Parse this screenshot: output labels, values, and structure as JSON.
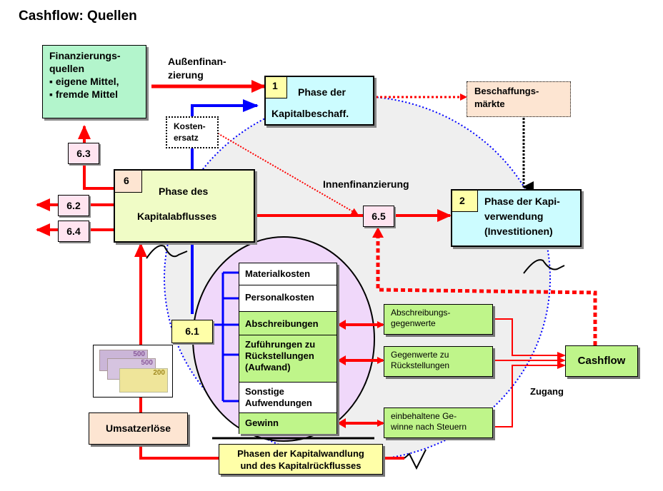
{
  "title": "Cashflow: Quellen",
  "boxes": {
    "finanzierungsquellen": {
      "title_line1": "Finanzierungs-",
      "title_line2": "quellen",
      "bullet1": "▪ eigene Mittel,",
      "bullet2": "▪ fremde Mittel",
      "color": "#b3f5cc"
    },
    "phase1": {
      "number": "1",
      "line1": "Phase der",
      "line2": "Kapitalbeschaff.",
      "color": "#ccfcff"
    },
    "beschaffungsmaerkte": {
      "line1": "Beschaffungs-",
      "line2": "märkte",
      "color": "#fde5d2"
    },
    "phase2": {
      "number": "2",
      "line1": "Phase der Kapi-",
      "line2": "verwendung",
      "line3": "(Investitionen)",
      "color": "#ccfcff"
    },
    "phase6": {
      "number": "6",
      "line1": "Phase des",
      "line2": "Kapitalabflusses",
      "color": "#f0fcc6"
    },
    "kostenersatz": {
      "line1": "Kosten-",
      "line2": "ersatz"
    },
    "umsatzerloese": {
      "label": "Umsatzerlöse",
      "color": "#fde5d2"
    },
    "cashflow": {
      "label": "Cashflow",
      "color": "#bff58a"
    },
    "phasen_kapitalwandlung": {
      "line1": "Phasen der Kapitalwandlung",
      "line2": "und des Kapitalrückflusses",
      "color": "#ffffa8"
    }
  },
  "labels": {
    "aussenfinanzierung_1": "Außenfinan-",
    "aussenfinanzierung_2": "zierung",
    "innenfinanzierung": "Innenfinanzierung",
    "zugang": "Zugang"
  },
  "markers": {
    "m61": "6.1",
    "m62": "6.2",
    "m63": "6.3",
    "m64": "6.4",
    "m65": "6.5"
  },
  "cost_items": [
    {
      "label": "Materialkosten"
    },
    {
      "label": "Personalkosten"
    },
    {
      "label": "Abschreibungen"
    },
    {
      "label_line1": "Zuführungen zu",
      "label_line2": "Rückstellungen",
      "label_line3": "(Aufwand)"
    },
    {
      "label_line1": "Sonstige",
      "label_line2": "Aufwendungen"
    },
    {
      "label": "Gewinn"
    }
  ],
  "cashflow_sources": [
    {
      "line1": "Abschreibungs-",
      "line2": "gegenwerte"
    },
    {
      "line1": "Gegenwerte zu",
      "line2": "Rückstellungen"
    },
    {
      "line1": "einbehaltene Ge-",
      "line2": "winne nach Steuern"
    }
  ],
  "image": {
    "description": "euro-banknotes",
    "notes": [
      "500",
      "500",
      "200"
    ]
  },
  "colors": {
    "flow_red": "#ff0000",
    "flow_blue": "#0000ff",
    "cycle_fill": "#efefef",
    "cost_ellipse_fill": "#f0d8fa",
    "green_item": "#bff58a",
    "marker_pink": "#ffe4f0",
    "marker_yellow": "#ffffa8"
  }
}
